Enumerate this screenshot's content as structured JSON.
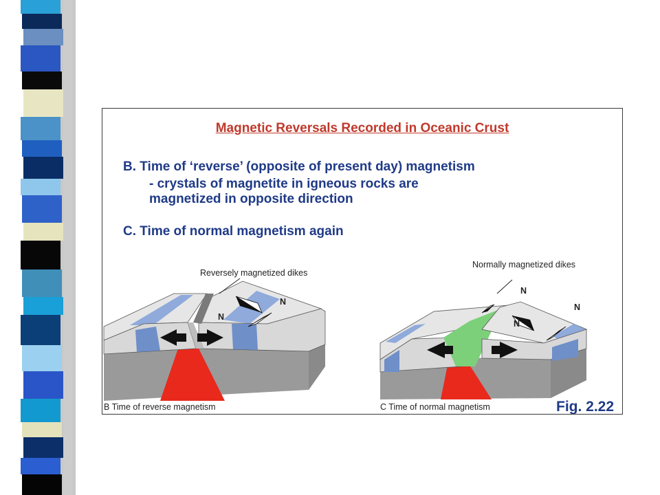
{
  "colors": {
    "title": "#c0392b",
    "body_text": "#1f3a87",
    "reverse_band": "#7f9fd8",
    "normal_band": "#7dd07a",
    "magma": "#e8291c"
  },
  "figure": {
    "title": "Magnetic Reversals Recorded in Oceanic Crust",
    "section_b": {
      "line1": "B. Time of ‘reverse’ (opposite of present day) magnetism",
      "line2": "- crystals of magnetite in igneous rocks are",
      "line3": "magnetized in opposite direction"
    },
    "section_c": "C. Time of normal magnetism again",
    "panel_b": {
      "label": "Reversely magnetized dikes",
      "caption": "B  Time of reverse magnetism",
      "pole_left": "N",
      "pole_right": "N"
    },
    "panel_c": {
      "label": "Normally magnetized dikes",
      "caption": "C  Time of normal magnetism",
      "pole_top": "N",
      "pole_mid": "N",
      "pole_right": "N"
    },
    "fig_number": "Fig. 2.22"
  }
}
